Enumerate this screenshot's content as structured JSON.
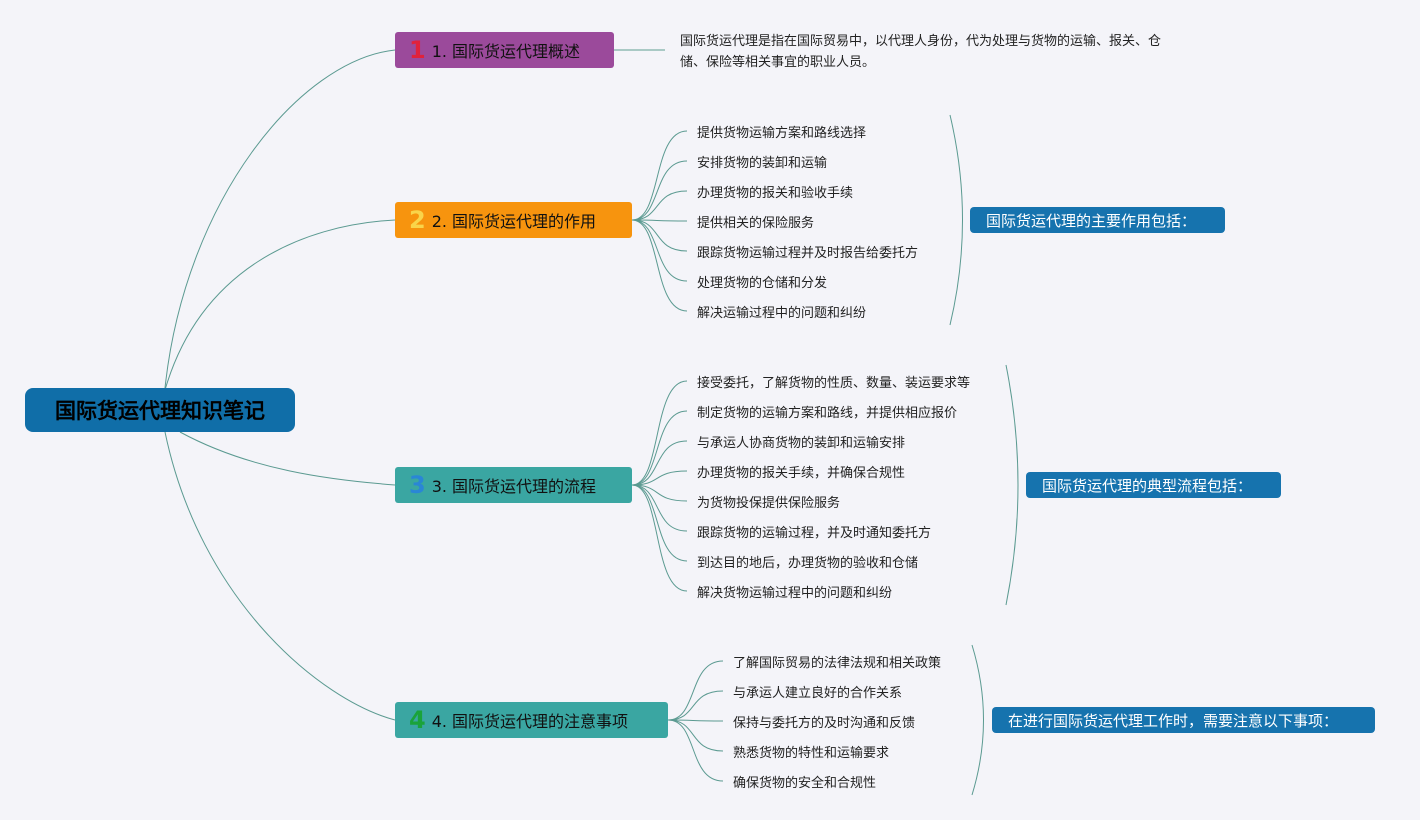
{
  "root": {
    "title": "国际货运代理知识笔记"
  },
  "branches": [
    {
      "num": "1",
      "num_color": "#e0223c",
      "label": "1. 国际货运代理概述",
      "color": "#9b4a9b",
      "description": "国际货运代理是指在国际贸易中，以代理人身份，代为处理与货物的运输、报关、仓储、保险等相关事宜的职业人员。"
    },
    {
      "num": "2",
      "num_color": "#f9d44a",
      "label": "2. 国际货运代理的作用",
      "color": "#f7940e",
      "summary": "国际货运代理的主要作用包括：",
      "items": [
        "提供货物运输方案和路线选择",
        "安排货物的装卸和运输",
        "办理货物的报关和验收手续",
        "提供相关的保险服务",
        "跟踪货物运输过程并及时报告给委托方",
        "处理货物的仓储和分发",
        "解决运输过程中的问题和纠纷"
      ]
    },
    {
      "num": "3",
      "num_color": "#2a86d6",
      "label": "3. 国际货运代理的流程",
      "color": "#3aa6a2",
      "summary": "国际货运代理的典型流程包括：",
      "items": [
        "接受委托，了解货物的性质、数量、装运要求等",
        "制定货物的运输方案和路线，并提供相应报价",
        "与承运人协商货物的装卸和运输安排",
        "办理货物的报关手续，并确保合规性",
        "为货物投保提供保险服务",
        "跟踪货物的运输过程，并及时通知委托方",
        "到达目的地后，办理货物的验收和仓储",
        "解决货物运输过程中的问题和纠纷"
      ]
    },
    {
      "num": "4",
      "num_color": "#1aa33a",
      "label": "4. 国际货运代理的注意事项",
      "color": "#3aa6a2",
      "summary": "在进行国际货运代理工作时，需要注意以下事项：",
      "items": [
        "了解国际贸易的法律法规和相关政策",
        "与承运人建立良好的合作关系",
        "保持与委托方的及时沟通和反馈",
        "熟悉货物的特性和运输要求",
        "确保货物的安全和合规性"
      ]
    }
  ]
}
